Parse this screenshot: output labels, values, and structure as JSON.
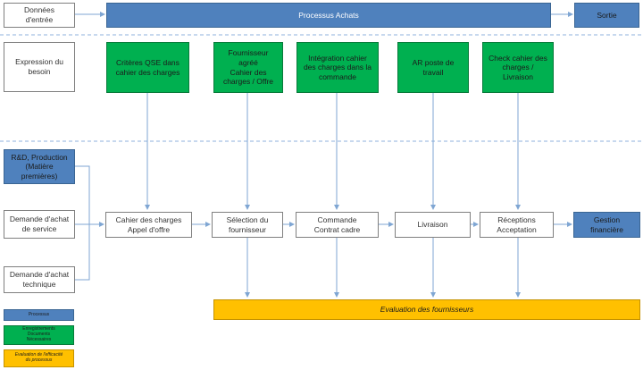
{
  "colors": {
    "process_blue": "#4f81bd",
    "record_green": "#00b050",
    "evaluation_yellow": "#ffc000",
    "connector": "#7fa6d3",
    "separator": "#8fb2dc"
  },
  "header": {
    "inputs_label": "Données\nd'entrée",
    "process_title": "Processus Achats",
    "output_label": "Sortie"
  },
  "need_box": "Expression du\nbesoin",
  "records": [
    "Critères QSE dans\ncahier des charges",
    "Fournisseur\nagréé\nCahier des\ncharges / Offre",
    "Intégration cahier\ndes charges dans la\ncommande",
    "AR poste de\ntravail",
    "Check cahier des\ncharges /\nLivraison"
  ],
  "inputs": [
    "R&D, Production\n(Matière\npremières)",
    "Demande d'achat\nde service",
    "Demande d'achat\ntechnique"
  ],
  "steps": [
    "Cahier des charges\nAppel d'offre",
    "Sélection du\nfournisseur",
    "Commande\nContrat cadre",
    "Livraison",
    "Réceptions\nAcceptation"
  ],
  "output_box": "Gestion\nfinancière",
  "evaluation": "Evaluation des fournisseurs",
  "legend": {
    "process": "Processus",
    "records": "Enregistrements\nDocuments\nNécessaires",
    "evaluation": "Evaluation de l'efficacité\ndu processus"
  }
}
